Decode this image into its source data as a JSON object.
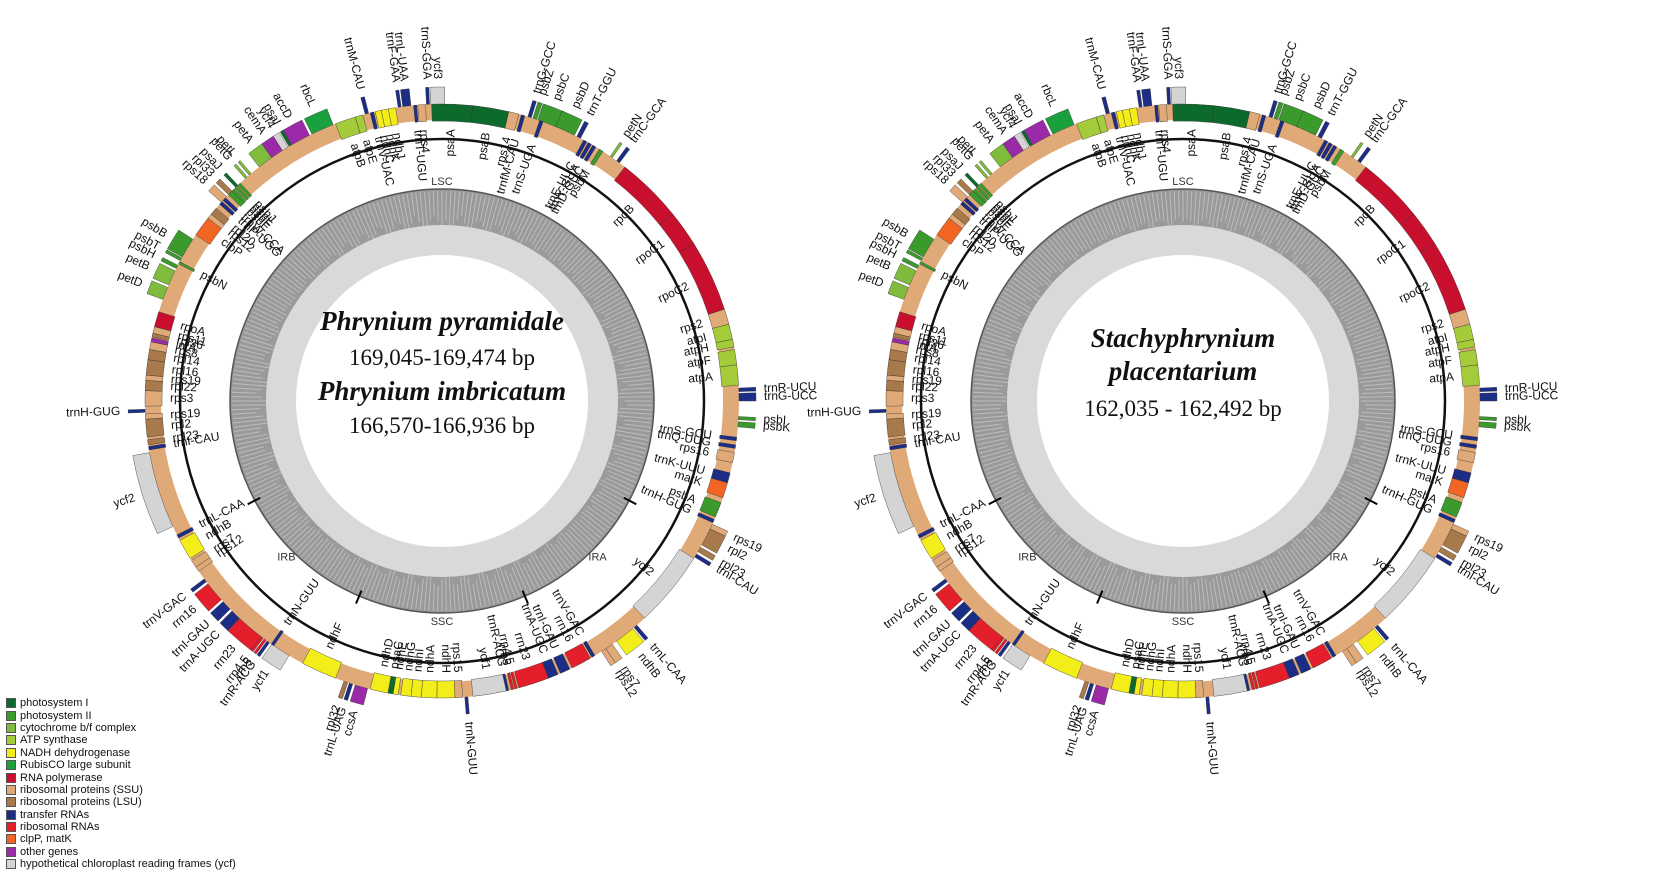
{
  "colors": {
    "ps1": "#0c6b2c",
    "ps2": "#3a9a2c",
    "cyt": "#7fbb3c",
    "atp": "#a4cc3a",
    "ndh": "#f3ee1a",
    "rubisco": "#1aa03c",
    "rnapol": "#c8102e",
    "ssu": "#e0aa78",
    "lsu": "#a8794a",
    "trna": "#1c2d86",
    "rrna": "#e41e2b",
    "clp": "#f26522",
    "other": "#9b2aa8",
    "ycf": "#d4d4d4",
    "backbone": "#e0aa78",
    "gc_outer": "#9a9a9a",
    "gc_inner": "#d9d9d9"
  },
  "legend": [
    {
      "label": "photosystem I",
      "color_key": "ps1"
    },
    {
      "label": "photosystem II",
      "color_key": "ps2"
    },
    {
      "label": "cytochrome b/f complex",
      "color_key": "cyt"
    },
    {
      "label": "ATP synthase",
      "color_key": "atp"
    },
    {
      "label": "NADH dehydrogenase",
      "color_key": "ndh"
    },
    {
      "label": "RubisCO large subunit",
      "color_key": "rubisco"
    },
    {
      "label": "RNA polymerase",
      "color_key": "rnapol"
    },
    {
      "label": "ribosomal proteins (SSU)",
      "color_key": "ssu"
    },
    {
      "label": "ribosomal proteins (LSU)",
      "color_key": "lsu"
    },
    {
      "label": "transfer RNAs",
      "color_key": "trna"
    },
    {
      "label": "ribosomal RNAs",
      "color_key": "rrna"
    },
    {
      "label": "clpP, matK",
      "color_key": "clp"
    },
    {
      "label": "other genes",
      "color_key": "other"
    },
    {
      "label": "hypothetical chloroplast reading frames (ycf)",
      "color_key": "ycf"
    }
  ],
  "maps": [
    {
      "id": "map-1",
      "species_lines": [
        {
          "text": "Phrynium pyramidale",
          "style": "species"
        },
        {
          "text": "169,045-169,474 bp",
          "style": "size"
        },
        {
          "text": "Phrynium imbricatum",
          "style": "species"
        },
        {
          "text": "166,570-166,936 bp",
          "style": "size"
        }
      ]
    },
    {
      "id": "map-2",
      "species_lines": [
        {
          "text": "Stachyphrynium",
          "style": "species"
        },
        {
          "text": "placentarium",
          "style": "species"
        },
        {
          "text": "162,035 - 162,492 bp",
          "style": "size"
        }
      ]
    }
  ],
  "regions": [
    {
      "label": "LSC",
      "angle": 0
    },
    {
      "label": "IRA",
      "angle": 135
    },
    {
      "label": "SSC",
      "angle": 180
    },
    {
      "label": "IRB",
      "angle": 225
    }
  ],
  "genes": [
    {
      "name": "psaA",
      "cat": "ps1",
      "start": 358,
      "end": 6,
      "side": "out"
    },
    {
      "name": "psaB",
      "cat": "ps1",
      "start": 6,
      "end": 13,
      "side": "out"
    },
    {
      "name": "rps14",
      "cat": "ssu",
      "start": 13,
      "end": 15,
      "side": "out"
    },
    {
      "name": "trnfM-CAU",
      "cat": "trna",
      "start": 15.5,
      "end": 16.2,
      "side": "out"
    },
    {
      "name": "trnG-GCC",
      "cat": "trna",
      "start": 16.8,
      "end": 17.5,
      "side": "in"
    },
    {
      "name": "psbZ",
      "cat": "ps2",
      "start": 17.8,
      "end": 18.6,
      "side": "in"
    },
    {
      "name": "psbC",
      "cat": "ps2",
      "start": 18.8,
      "end": 23,
      "side": "in"
    },
    {
      "name": "psbD",
      "cat": "ps2",
      "start": 22.5,
      "end": 26.5,
      "side": "in"
    },
    {
      "name": "trnT-GGU",
      "cat": "trna",
      "start": 27,
      "end": 27.8,
      "side": "in"
    },
    {
      "name": "trnS-UGA",
      "cat": "trna",
      "start": 19.2,
      "end": 19.9,
      "side": "out"
    },
    {
      "name": "trnE-UUC",
      "cat": "trna",
      "start": 28.5,
      "end": 29.2,
      "side": "out"
    },
    {
      "name": "trnY-GUA",
      "cat": "trna",
      "start": 29.5,
      "end": 30.2,
      "side": "out"
    },
    {
      "name": "trnD-GUC",
      "cat": "trna",
      "start": 30.5,
      "end": 31.2,
      "side": "out"
    },
    {
      "name": "psbM",
      "cat": "ps2",
      "start": 32,
      "end": 32.8,
      "side": "out"
    },
    {
      "name": "petN",
      "cat": "cyt",
      "start": 34.5,
      "end": 35,
      "side": "in"
    },
    {
      "name": "trnC-GCA",
      "cat": "trna",
      "start": 36,
      "end": 36.7,
      "side": "in"
    },
    {
      "name": "rpoB",
      "cat": "rnapol",
      "start": 38,
      "end": 51,
      "side": "out"
    },
    {
      "name": "rpoC1",
      "cat": "rnapol",
      "start": 51,
      "end": 58,
      "side": "out"
    },
    {
      "name": "rpoC2",
      "cat": "rnapol",
      "start": 58,
      "end": 72,
      "side": "out"
    },
    {
      "name": "rps2",
      "cat": "ssu",
      "start": 72,
      "end": 75,
      "side": "out"
    },
    {
      "name": "atpI",
      "cat": "atp",
      "start": 75,
      "end": 78,
      "side": "out"
    },
    {
      "name": "atpH",
      "cat": "atp",
      "start": 78,
      "end": 79.5,
      "side": "out"
    },
    {
      "name": "atpF",
      "cat": "atp",
      "start": 80,
      "end": 83,
      "side": "out"
    },
    {
      "name": "atpA",
      "cat": "atp",
      "start": 83,
      "end": 87,
      "side": "out"
    },
    {
      "name": "trnR-UCU",
      "cat": "trna",
      "start": 87.5,
      "end": 88.2,
      "side": "in"
    },
    {
      "name": "trnG-UCC",
      "cat": "trna",
      "start": 88.5,
      "end": 90,
      "side": "in"
    },
    {
      "name": "psbI",
      "cat": "ps2",
      "start": 93,
      "end": 93.6,
      "side": "in"
    },
    {
      "name": "psbK",
      "cat": "ps2",
      "start": 94,
      "end": 95,
      "side": "in"
    },
    {
      "name": "trnS-GCU",
      "cat": "trna",
      "start": 97,
      "end": 97.7,
      "side": "out"
    },
    {
      "name": "trnQ-UUG",
      "cat": "trna",
      "start": 98.5,
      "end": 99.2,
      "side": "out"
    },
    {
      "name": "rps16",
      "cat": "ssu",
      "start": 100,
      "end": 102,
      "side": "out"
    },
    {
      "name": "trnK-UUU",
      "cat": "trna",
      "start": 104,
      "end": 106,
      "side": "out"
    },
    {
      "name": "matK",
      "cat": "clp",
      "start": 106,
      "end": 109,
      "side": "out"
    },
    {
      "name": "psbA",
      "cat": "ps2",
      "start": 110,
      "end": 113,
      "side": "out"
    },
    {
      "name": "trnH-GUG",
      "cat": "trna",
      "start": 113.5,
      "end": 114.2,
      "side": "out"
    },
    {
      "name": "rps19",
      "cat": "ssu",
      "start": 114.5,
      "end": 115.5,
      "side": "in"
    },
    {
      "name": "rpl2",
      "cat": "lsu",
      "start": 115.5,
      "end": 119,
      "side": "in"
    },
    {
      "name": "rpl23",
      "cat": "lsu",
      "start": 119.5,
      "end": 120.5,
      "side": "in"
    },
    {
      "name": "trnI-CAU",
      "cat": "trna",
      "start": 121,
      "end": 121.7,
      "side": "in"
    },
    {
      "name": "ycf2",
      "cat": "ycf",
      "start": 122,
      "end": 137,
      "side": "out"
    },
    {
      "name": "trnL-CAA",
      "cat": "trna",
      "start": 139,
      "end": 139.7,
      "side": "in"
    },
    {
      "name": "ndhB",
      "cat": "ndh",
      "start": 140,
      "end": 144,
      "side": "in"
    },
    {
      "name": "rps7",
      "cat": "ssu",
      "start": 145,
      "end": 146.5,
      "side": "in"
    },
    {
      "name": "rps12",
      "cat": "ssu",
      "start": 146.5,
      "end": 147.5,
      "side": "in"
    },
    {
      "name": "trnV-GAC",
      "cat": "trna",
      "start": 149,
      "end": 149.7,
      "side": "out"
    },
    {
      "name": "rrn16",
      "cat": "rrna",
      "start": 150,
      "end": 154,
      "side": "out"
    },
    {
      "name": "trnI-GAU",
      "cat": "trna",
      "start": 154.5,
      "end": 156.5,
      "side": "out"
    },
    {
      "name": "trnA-UGC",
      "cat": "trna",
      "start": 157,
      "end": 159,
      "side": "out"
    },
    {
      "name": "rrn23",
      "cat": "rrna",
      "start": 159,
      "end": 165,
      "side": "out"
    },
    {
      "name": "rrn4.5",
      "cat": "rrna",
      "start": 165.3,
      "end": 165.8,
      "side": "out"
    },
    {
      "name": "rrn5",
      "cat": "rrna",
      "start": 166,
      "end": 166.5,
      "side": "out"
    },
    {
      "name": "trnR-ACG",
      "cat": "trna",
      "start": 167,
      "end": 167.6,
      "side": "out"
    },
    {
      "name": "ycf1",
      "cat": "ycf",
      "start": 167.5,
      "end": 174,
      "side": "out"
    },
    {
      "name": "trnN-GUU",
      "cat": "trna",
      "start": 175,
      "end": 175.6,
      "side": "in"
    },
    {
      "name": "rps15",
      "cat": "ssu",
      "start": 176,
      "end": 177.5,
      "side": "out"
    },
    {
      "name": "ndhH",
      "cat": "ndh",
      "start": 177.5,
      "end": 181,
      "side": "out"
    },
    {
      "name": "ndhA",
      "cat": "ndh",
      "start": 181,
      "end": 184,
      "side": "out"
    },
    {
      "name": "ndhI",
      "cat": "ndh",
      "start": 184,
      "end": 186,
      "side": "out"
    },
    {
      "name": "ndhG",
      "cat": "ndh",
      "start": 186,
      "end": 188,
      "side": "out"
    },
    {
      "name": "ndhE",
      "cat": "ndh",
      "start": 188.5,
      "end": 189.5,
      "side": "out"
    },
    {
      "name": "psaC",
      "cat": "ps1",
      "start": 189.5,
      "end": 190.5,
      "side": "out"
    },
    {
      "name": "ndhD",
      "cat": "ndh",
      "start": 190.5,
      "end": 194,
      "side": "out"
    },
    {
      "name": "ccsA",
      "cat": "other",
      "start": 194.5,
      "end": 197,
      "side": "in"
    },
    {
      "name": "trnL-UAG",
      "cat": "trna",
      "start": 197.5,
      "end": 198.2,
      "side": "in"
    },
    {
      "name": "rpl32",
      "cat": "lsu",
      "start": 198.5,
      "end": 199.3,
      "side": "in"
    },
    {
      "name": "ndhF",
      "cat": "ndh",
      "start": 201,
      "end": 208,
      "side": "out"
    },
    {
      "name": "ycf1",
      "cat": "ycf",
      "start": 211,
      "end": 215,
      "side": "in"
    },
    {
      "name": "trnN-GUU",
      "cat": "trna",
      "start": 214.5,
      "end": 215.1,
      "side": "out"
    },
    {
      "name": "trnR-ACG",
      "cat": "trna",
      "start": 215.5,
      "end": 216.1,
      "side": "in"
    },
    {
      "name": "rrn5",
      "cat": "rrna",
      "start": 216.3,
      "end": 216.8,
      "side": "in"
    },
    {
      "name": "rrn4.5",
      "cat": "rrna",
      "start": 217,
      "end": 217.5,
      "side": "in"
    },
    {
      "name": "rrn23",
      "cat": "rrna",
      "start": 217.5,
      "end": 223,
      "side": "in"
    },
    {
      "name": "trnA-UGC",
      "cat": "trna",
      "start": 223,
      "end": 225,
      "side": "in"
    },
    {
      "name": "trnI-GAU",
      "cat": "trna",
      "start": 225.5,
      "end": 227.5,
      "side": "in"
    },
    {
      "name": "rrn16",
      "cat": "rrna",
      "start": 228,
      "end": 232,
      "side": "in"
    },
    {
      "name": "trnV-GAC",
      "cat": "trna",
      "start": 232.5,
      "end": 233.2,
      "side": "in"
    },
    {
      "name": "rps12",
      "cat": "ssu",
      "start": 235,
      "end": 236,
      "side": "out"
    },
    {
      "name": "rps7",
      "cat": "ssu",
      "start": 236,
      "end": 237.5,
      "side": "out"
    },
    {
      "name": "ndhB",
      "cat": "ndh",
      "start": 238,
      "end": 242,
      "side": "out"
    },
    {
      "name": "trnL-CAA",
      "cat": "trna",
      "start": 242.5,
      "end": 243.2,
      "side": "out"
    },
    {
      "name": "ycf2",
      "cat": "ycf",
      "start": 245,
      "end": 260,
      "side": "in"
    },
    {
      "name": "trnI-CAU",
      "cat": "trna",
      "start": 260.5,
      "end": 261.2,
      "side": "out"
    },
    {
      "name": "rpl23",
      "cat": "lsu",
      "start": 261.5,
      "end": 262.5,
      "side": "out"
    },
    {
      "name": "rpl2",
      "cat": "lsu",
      "start": 263,
      "end": 266.5,
      "side": "out"
    },
    {
      "name": "rps19",
      "cat": "ssu",
      "start": 266.5,
      "end": 267.5,
      "side": "out"
    },
    {
      "name": "trnH-GUG",
      "cat": "trna",
      "start": 267.8,
      "end": 268.4,
      "side": "in"
    },
    {
      "name": "rps3",
      "cat": "ssu",
      "start": 269,
      "end": 272,
      "side": "out"
    },
    {
      "name": "rpl22",
      "cat": "lsu",
      "start": 272,
      "end": 274,
      "side": "out"
    },
    {
      "name": "rps19",
      "cat": "ssu",
      "start": 274,
      "end": 275,
      "side": "out"
    },
    {
      "name": "rpl16",
      "cat": "lsu",
      "start": 275,
      "end": 278,
      "side": "out"
    },
    {
      "name": "rpl14",
      "cat": "lsu",
      "start": 278,
      "end": 280,
      "side": "out"
    },
    {
      "name": "rps8",
      "cat": "ssu",
      "start": 280,
      "end": 281.5,
      "side": "out"
    },
    {
      "name": "infA",
      "cat": "other",
      "start": 281.5,
      "end": 282.3,
      "side": "out"
    },
    {
      "name": "rpl36",
      "cat": "lsu",
      "start": 282.5,
      "end": 283.2,
      "side": "out"
    },
    {
      "name": "rps11",
      "cat": "ssu",
      "start": 283.2,
      "end": 284.5,
      "side": "out"
    },
    {
      "name": "rpoA",
      "cat": "rnapol",
      "start": 284.5,
      "end": 287.5,
      "side": "out"
    },
    {
      "name": "petD",
      "cat": "cyt",
      "start": 290,
      "end": 292.5,
      "side": "in"
    },
    {
      "name": "petB",
      "cat": "cyt",
      "start": 293,
      "end": 296,
      "side": "in"
    },
    {
      "name": "psbH",
      "cat": "ps2",
      "start": 296.5,
      "end": 297.2,
      "side": "in"
    },
    {
      "name": "psbN",
      "cat": "ps2",
      "start": 297.5,
      "end": 298,
      "side": "out"
    },
    {
      "name": "psbT",
      "cat": "ps2",
      "start": 298.2,
      "end": 298.8,
      "side": "in"
    },
    {
      "name": "psbB",
      "cat": "ps2",
      "start": 299,
      "end": 303,
      "side": "in"
    },
    {
      "name": "clpP",
      "cat": "clp",
      "start": 304,
      "end": 308,
      "side": "out"
    },
    {
      "name": "rps12",
      "cat": "ssu",
      "start": 308,
      "end": 309,
      "side": "out"
    },
    {
      "name": "rpl20",
      "cat": "lsu",
      "start": 309,
      "end": 310.5,
      "side": "out"
    },
    {
      "name": "trnP-UGG",
      "cat": "trna",
      "start": 311.5,
      "end": 312.2,
      "side": "out"
    },
    {
      "name": "trnW-CCA",
      "cat": "trna",
      "start": 312.5,
      "end": 313.2,
      "side": "out"
    },
    {
      "name": "psbE",
      "cat": "ps2",
      "start": 314,
      "end": 315,
      "side": "out"
    },
    {
      "name": "psbF",
      "cat": "ps2",
      "start": 315,
      "end": 315.6,
      "side": "out"
    },
    {
      "name": "psbL",
      "cat": "ps2",
      "start": 315.8,
      "end": 316.4,
      "side": "out"
    },
    {
      "name": "psbJ",
      "cat": "ps2",
      "start": 316.6,
      "end": 317.2,
      "side": "out"
    },
    {
      "name": "rps18",
      "cat": "ssu",
      "start": 312,
      "end": 313.5,
      "side": "in"
    },
    {
      "name": "rpl33",
      "cat": "lsu",
      "start": 314,
      "end": 315,
      "side": "in"
    },
    {
      "name": "psaJ",
      "cat": "ps1",
      "start": 316,
      "end": 316.6,
      "side": "in"
    },
    {
      "name": "petG",
      "cat": "cyt",
      "start": 318.5,
      "end": 319,
      "side": "in"
    },
    {
      "name": "petL",
      "cat": "cyt",
      "start": 319.5,
      "end": 320,
      "side": "in"
    },
    {
      "name": "petA",
      "cat": "cyt",
      "start": 322,
      "end": 325,
      "side": "in"
    },
    {
      "name": "cemA",
      "cat": "other",
      "start": 325,
      "end": 327.5,
      "side": "in"
    },
    {
      "name": "ycf4",
      "cat": "ycf",
      "start": 327.5,
      "end": 328.8,
      "side": "in"
    },
    {
      "name": "psaI",
      "cat": "ps1",
      "start": 329,
      "end": 329.6,
      "side": "in"
    },
    {
      "name": "accD",
      "cat": "other",
      "start": 329.6,
      "end": 333.5,
      "side": "in"
    },
    {
      "name": "rbcL",
      "cat": "rubisco",
      "start": 334,
      "end": 338.5,
      "side": "in"
    },
    {
      "name": "atpB",
      "cat": "atp",
      "start": 339,
      "end": 343,
      "side": "out"
    },
    {
      "name": "atpE",
      "cat": "atp",
      "start": 343,
      "end": 344.5,
      "side": "out"
    },
    {
      "name": "trnM-CAU",
      "cat": "trna",
      "start": 345,
      "end": 345.7,
      "side": "in"
    },
    {
      "name": "trnV-UAC",
      "cat": "trna",
      "start": 346,
      "end": 346.7,
      "side": "out"
    },
    {
      "name": "ndhC",
      "cat": "ndh",
      "start": 347,
      "end": 348.2,
      "side": "out"
    },
    {
      "name": "ndhK",
      "cat": "ndh",
      "start": 348.2,
      "end": 349.6,
      "side": "out"
    },
    {
      "name": "ndhJ",
      "cat": "ndh",
      "start": 349.6,
      "end": 351,
      "side": "out"
    },
    {
      "name": "trnF-GAA",
      "cat": "trna",
      "start": 351.5,
      "end": 352.1,
      "side": "in"
    },
    {
      "name": "trnL-UAA",
      "cat": "trna",
      "start": 352.4,
      "end": 354,
      "side": "in"
    },
    {
      "name": "trnT-UGU",
      "cat": "trna",
      "start": 354.5,
      "end": 355.1,
      "side": "out"
    },
    {
      "name": "rps4",
      "cat": "ssu",
      "start": 355.3,
      "end": 356.8,
      "side": "out"
    },
    {
      "name": "trnS-GGA",
      "cat": "trna",
      "start": 357,
      "end": 357.6,
      "side": "in"
    },
    {
      "name": "ycf3",
      "cat": "ycf",
      "start": 357.8,
      "end": 0.5,
      "side": "in"
    }
  ]
}
